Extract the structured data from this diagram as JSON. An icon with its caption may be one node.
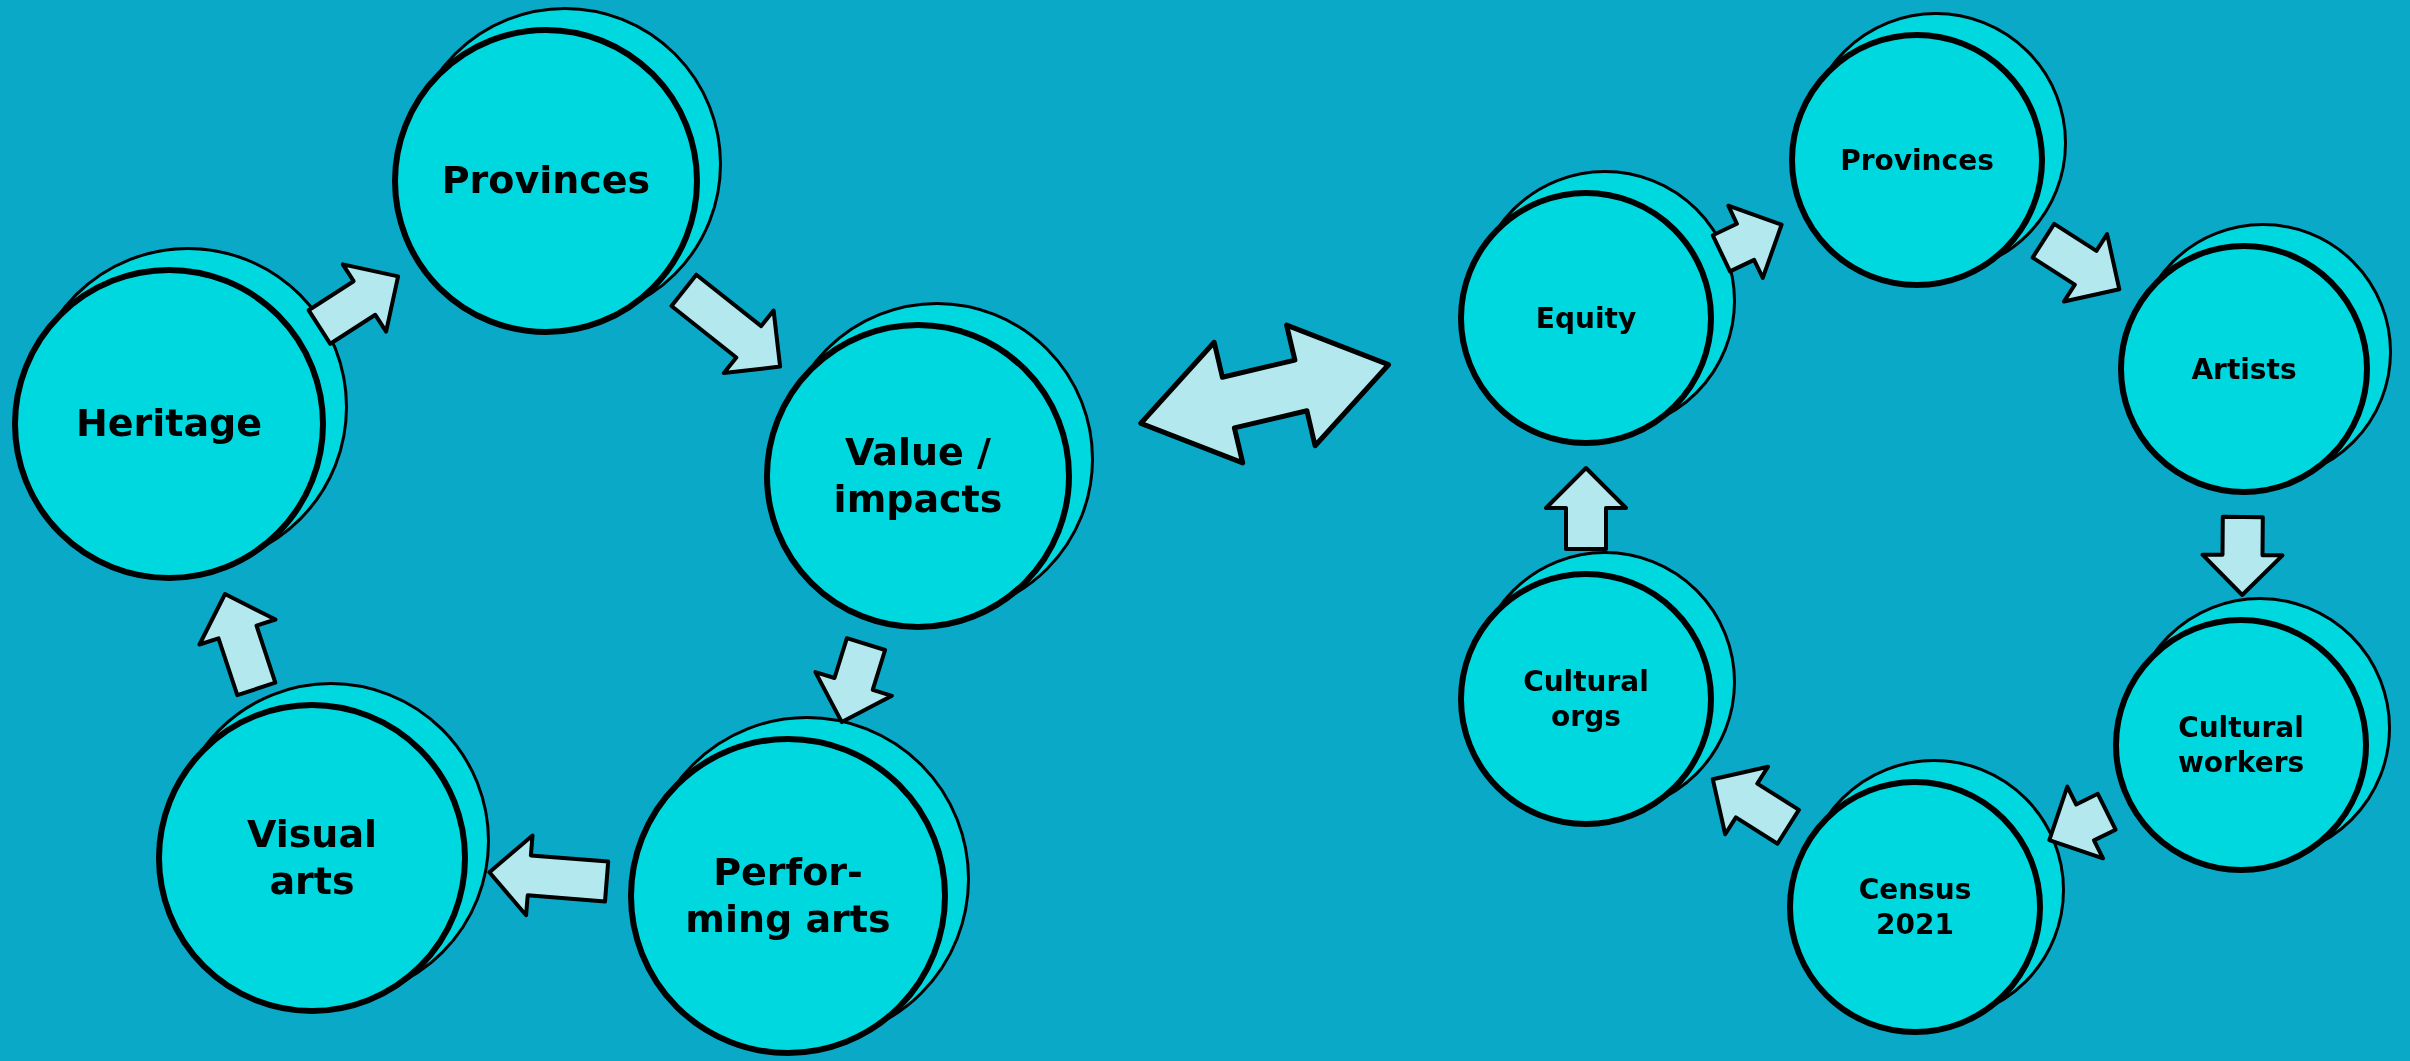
{
  "diagram": {
    "nodes": [
      {
        "text": [
          "Provinces"
        ]
      },
      {
        "text": [
          "Value / impacts"
        ]
      },
      {
        "text": [
          "Perfor- ming arts"
        ]
      },
      {
        "text": [
          "Visual arts"
        ]
      },
      {
        "text": [
          "Heritage"
        ]
      },
      {
        "text": [
          "Equity"
        ]
      },
      {
        "text": [
          "Provinces"
        ]
      },
      {
        "text": [
          "Artists"
        ]
      },
      {
        "text": [
          "Cultural workers"
        ]
      },
      {
        "text": [
          "Census 2021"
        ]
      },
      {
        "text": [
          "Cultural orgs"
        ]
      }
    ],
    "edges": [
      {
        "from": 4,
        "to": 0,
        "arrow": "to"
      },
      {
        "from": 0,
        "to": 1,
        "arrow": "to"
      },
      {
        "from": 1,
        "to": 2,
        "arrow": "to"
      },
      {
        "from": 2,
        "to": 3,
        "arrow": "to"
      },
      {
        "from": 3,
        "to": 4,
        "arrow": "to"
      },
      {
        "from": 1,
        "to": 5,
        "arrow": "both"
      },
      {
        "from": 5,
        "to": 6,
        "arrow": "to"
      },
      {
        "from": 6,
        "to": 7,
        "arrow": "to"
      },
      {
        "from": 7,
        "to": 8,
        "arrow": "to"
      },
      {
        "from": 8,
        "to": 9,
        "arrow": "to"
      },
      {
        "from": 9,
        "to": 10,
        "arrow": "to"
      },
      {
        "from": 10,
        "to": 5,
        "arrow": "to"
      }
    ]
  }
}
